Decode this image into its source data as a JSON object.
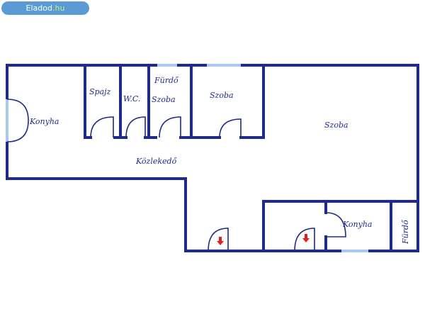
{
  "header": {
    "brand_main": "Eladod",
    "brand_suffix": ".hu"
  },
  "floorplan": {
    "rooms": {
      "konyha_left": "Konyha",
      "spajz": "Spajz",
      "wc": "W.C.",
      "furdo_top": "Fürdő",
      "szoba_small": "Szoba",
      "szoba_mid": "Szoba",
      "szoba_large": "Szoba",
      "kozlekedo": "Közlekedő",
      "konyha_right": "Konyha",
      "furdo_right": "Fürdő"
    }
  },
  "colors": {
    "wall": "#1f2a8a",
    "window": "#a8c8ec",
    "entry_marker": "#e02020",
    "badge_bg": "#5b9bd5",
    "badge_suffix": "#c8f27a"
  }
}
